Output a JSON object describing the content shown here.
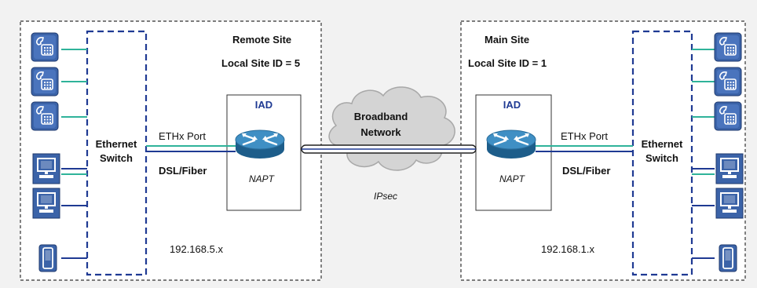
{
  "remote_site": {
    "title": "Remote Site",
    "site_id": "Local Site ID = 5",
    "switch_label_line1": "Ethernet",
    "switch_label_line2": "Switch",
    "iad_label": "IAD",
    "napt_label": "NAPT",
    "port_label": "ETHx Port",
    "wan_label": "DSL/Fiber",
    "subnet": "192.168.5.x"
  },
  "main_site": {
    "title": "Main Site",
    "site_id": "Local Site ID = 1",
    "switch_label_line1": "Ethernet",
    "switch_label_line2": "Switch",
    "iad_label": "IAD",
    "napt_label": "NAPT",
    "port_label": "ETHx Port",
    "wan_label": "DSL/Fiber",
    "subnet": "192.168.1.x"
  },
  "network": {
    "cloud_line1": "Broadband",
    "cloud_line2": "Network",
    "tunnel_label": "IPsec"
  },
  "devices": {
    "phone_icon": "ip-phone-icon",
    "pc_icon": "computer-icon",
    "mobile_icon": "mobile-handset-icon",
    "router_icon": "router-icon",
    "cloud_icon": "cloud-icon"
  },
  "colors": {
    "device_fill": "#3b63a8",
    "dashed_border": "#333333",
    "switch_border": "#1f3a93",
    "teal_link": "#2fb39a",
    "navy_link": "#1f3a93",
    "cloud_fill": "#d9d9d9"
  }
}
